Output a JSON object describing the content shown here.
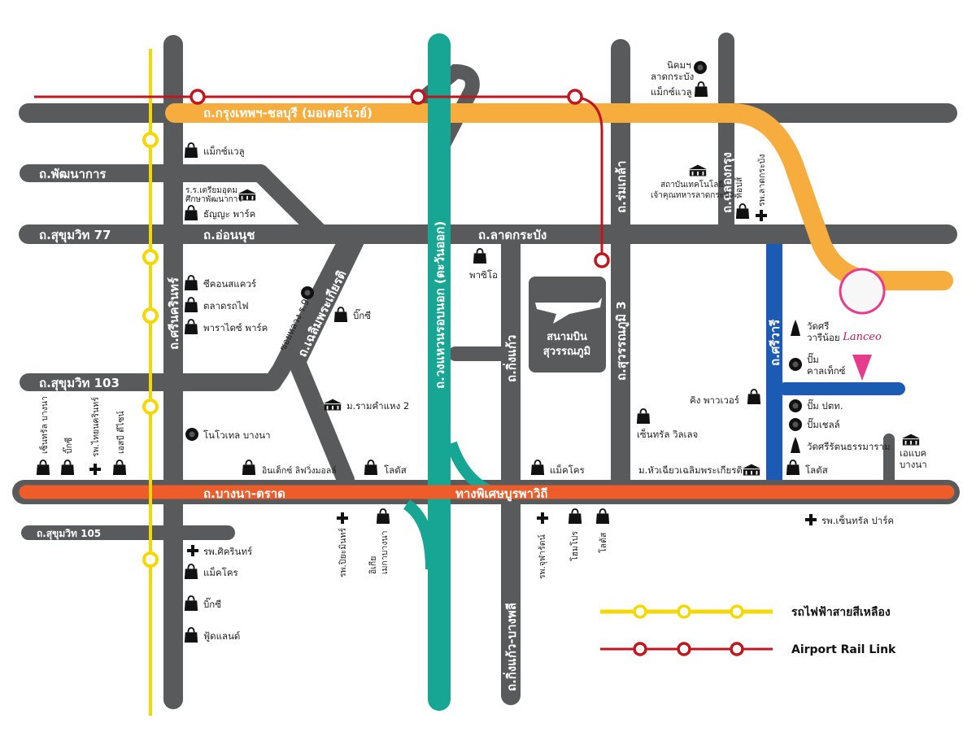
{
  "colors": {
    "road": "#595a5c",
    "bts_yellow": "#f5d800",
    "airport_red": "#c0161e",
    "motorway_orange": "#f7ac3e",
    "bangna_orange": "#ee5c2a",
    "ring_teal": "#17a594",
    "blue_road": "#1b5bb4"
  },
  "roads": {
    "motorway": "ถ.กรุงเทพฯ-ชลบุรี (มอเตอร์เวย์)",
    "phatthanakan": "ถ.พัฒนาการ",
    "sukhumvit77": "ถ.สุขุมวิท 77",
    "onnut": "ถ.อ่อนนุช",
    "latkrabang": "ถ.ลาดกระบัง",
    "srinakarin": "ถ.ศรีนครินทร์",
    "chaloemphrakiat": "ถ.เฉลิมพระเกียรติ",
    "sukhumvit103": "ถ.สุขุมวิท 103",
    "ring_east": "ถ.วงแหวนรอบนอก (ตะวันออก)",
    "kingkaew": "ถ.กิ่งแก้ว",
    "kingkaew_bangphli": "ถ.กิ่งแก้ว-บางพลี",
    "rom_klao": "ถ.ร่มเกล้า",
    "chalongkrung": "ถ.ฉลองกรุง",
    "suvarnabhumi3": "ถ.สุวรรณภูมิ 3",
    "siwari": "ถ.ศรีวารี",
    "bangna_trat": "ถ.บางนา-ตราด",
    "expressway": "ทางพิเศษบูรพาวิถี",
    "sukhumvit105": "ถ.สุขุมวิท 105",
    "soi_luang": "ซอยหลวง ร.9"
  },
  "airport": {
    "line1": "สนามบิน",
    "line2": "สุวรรณภูมิ"
  },
  "project_logo": "Lanceo",
  "pois": {
    "nikom": "นิคมฯ",
    "nikom2": "ลาดกระบัง",
    "makro_value_top": "แม็กซ์แวลู",
    "maxvalu_left": "แม็กซ์แวลู",
    "school1": "ร.ร.เตรียมอุดม",
    "school2": "ศึกษาพัฒนาการ",
    "thanya": "ธัญญะ พาร์ค",
    "seacon": "ซีคอนสแควร์",
    "train_market": "ตลาดรถไฟ",
    "paradise": "พาราไดซ์ พาร์ค",
    "bigc_mid": "บิ๊กซี",
    "ramkhamhaeng": "ม.รามคำแหง 2",
    "novotel": "โนโวเทล บางนา",
    "index": "อินเด็กซ์ ลิฟวิ่งมอลล์",
    "lotus_mid": "โลตัส",
    "makro_mid": "แม็คโคร",
    "hua_chiew": "ม.หัวเฉียวเฉลิมพระเกียรติ",
    "lotus_right": "โลตัส",
    "paseo": "พาซิโอ",
    "kmitl1": "สถาบันเทคโนโลยี",
    "kmitl2": "เจ้าคุณทหารลาดกระบัง",
    "tops": "ท็อปส์",
    "lat_hosp": "รพ.ลาดกระบัง",
    "wat_sri1": "วัดศรี",
    "wat_sri2": "วารีน้อย",
    "caltex1": "ปั๊ม",
    "caltex2": "คาลเท็กซ์",
    "king_power": "คิง พาวเวอร์",
    "central_village": "เซ็นทรัล วิลเลจ",
    "ptt": "ปั๊ม ปตท.",
    "shell": "ปั๊มเชลล์",
    "wat_sirat": "วัดศรีรัตนธรรมาราม",
    "abac1": "เอแบค",
    "abac2": "บางนา",
    "central_park_hosp": "รพ.เซ็นทรัล ปาร์ค",
    "central_bangna": "เซ็นทรัล บางนา",
    "bigc_left": "บิ๊กซี",
    "thai_nakarin": "รพ.ไทยนครินทร์",
    "sdc": "เอสบี ดีไซน์",
    "sikarin_hosp": "รพ.ศิครินทร์",
    "makro_low": "แม็คโคร",
    "bigc_low": "บิ๊กซี",
    "foodland": "ฟู้ดแลนด์",
    "piyamin": "รพ.ปิยะมินทร์",
    "ikea1": "อิเกีย",
    "ikea2": "เมกาบางนา",
    "chularat": "รพ.จุฬารัตน์",
    "homepro": "โฮมโปร",
    "lotus_low": "โลตัส"
  },
  "legend": {
    "bts": "รถไฟฟ้าสายสีเหลือง",
    "arl": "Airport Rail Link"
  }
}
